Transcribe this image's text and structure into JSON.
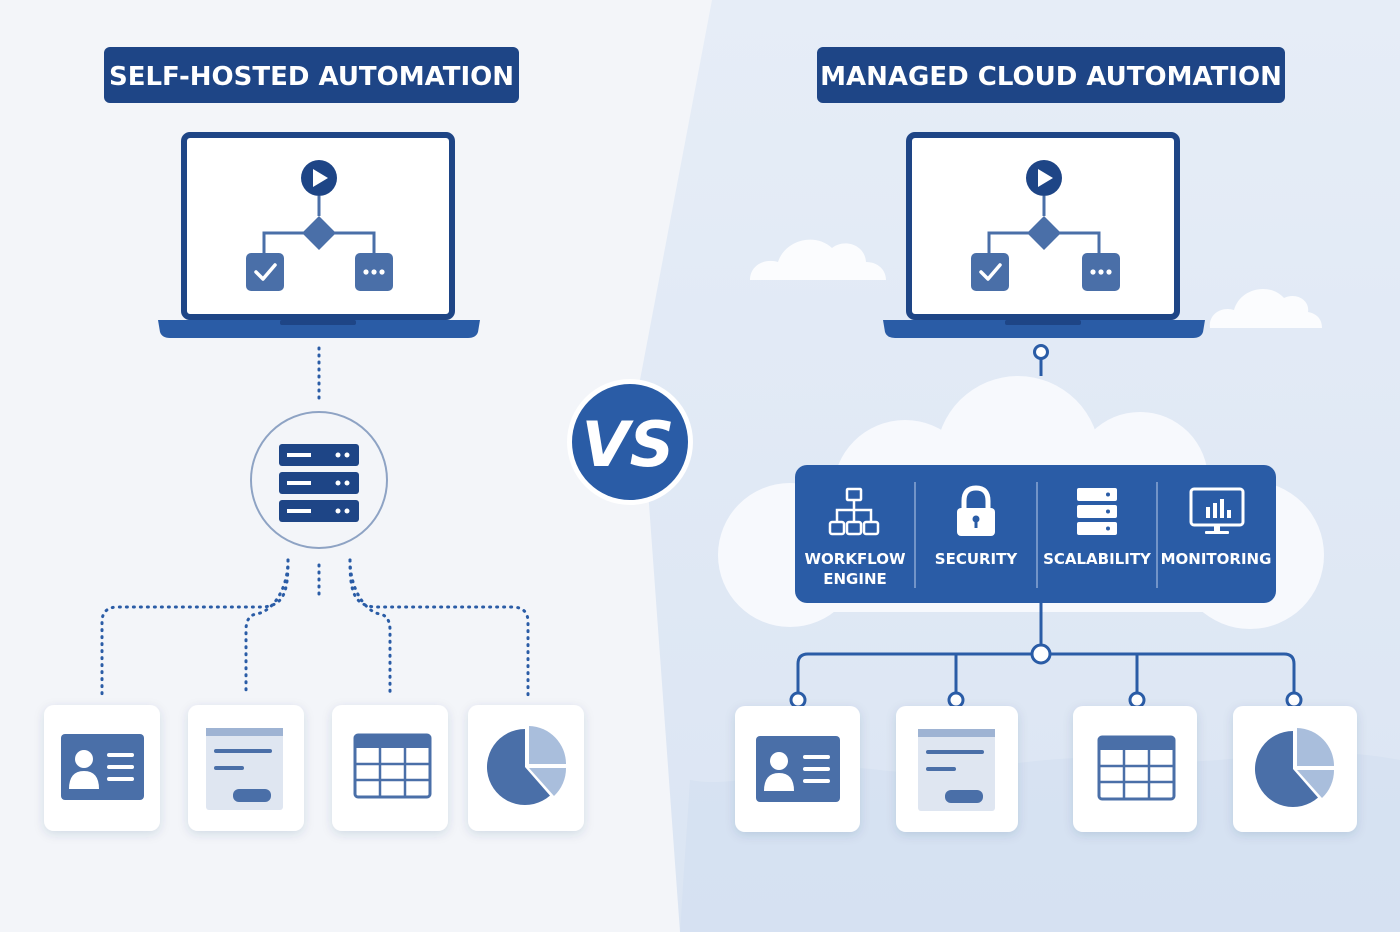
{
  "left": {
    "title": "SELF-HOSTED AUTOMATION",
    "laptop_icons": [
      "play-icon",
      "decision-diamond-icon",
      "checkmark-icon",
      "more-dots-icon"
    ],
    "hub_icon": "server-rack-icon",
    "cards": [
      {
        "icon": "contact-card-icon"
      },
      {
        "icon": "form-document-icon"
      },
      {
        "icon": "table-grid-icon"
      },
      {
        "icon": "pie-chart-icon"
      }
    ]
  },
  "vs_label": "VS",
  "right": {
    "title": "MANAGED CLOUD AUTOMATION",
    "laptop_icons": [
      "play-icon",
      "decision-diamond-icon",
      "checkmark-icon",
      "more-dots-icon"
    ],
    "cloud_features": [
      {
        "icon": "workflow-hierarchy-icon",
        "label_line1": "WORKFLOW",
        "label_line2": "ENGINE"
      },
      {
        "icon": "padlock-icon",
        "label_line1": "SECURITY",
        "label_line2": ""
      },
      {
        "icon": "server-stack-icon",
        "label_line1": "SCALABILITY",
        "label_line2": ""
      },
      {
        "icon": "monitor-chart-icon",
        "label_line1": "MONITORING",
        "label_line2": ""
      }
    ],
    "cards": [
      {
        "icon": "contact-card-icon"
      },
      {
        "icon": "form-document-icon"
      },
      {
        "icon": "table-grid-icon"
      },
      {
        "icon": "pie-chart-icon"
      }
    ]
  },
  "colors": {
    "navy": "#1e4586",
    "mid_blue": "#2a5ca6",
    "icon_blue": "#4a6fa8",
    "light_blue": "#a9bedc",
    "left_bg": "#f3f5f9",
    "right_bg": "#e3eaf5"
  }
}
